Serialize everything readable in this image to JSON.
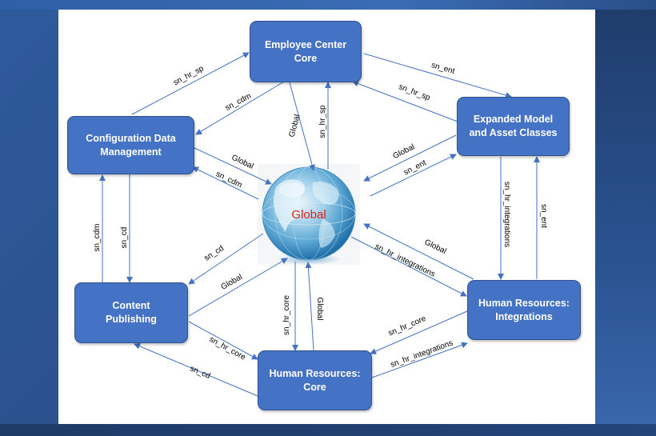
{
  "nodes": {
    "employee_center": {
      "label": "Employee Center\nCore"
    },
    "config_data": {
      "label": "Configuration Data\nManagement"
    },
    "expanded_model": {
      "label": "Expanded Model\nand Asset Classes"
    },
    "content_publishing": {
      "label": "Content\nPublishing"
    },
    "hr_integrations": {
      "label": "Human Resources:\nIntegrations"
    },
    "hr_core": {
      "label": "Human Resources:\nCore"
    }
  },
  "globe": {
    "label": "Global"
  },
  "edges": [
    {
      "from": "config_data",
      "to": "employee_center",
      "label": "sn_hr_sp"
    },
    {
      "from": "employee_center",
      "to": "config_data",
      "label": "sn_cdm"
    },
    {
      "from": "employee_center",
      "to": "expanded_model",
      "label": "sn_ent"
    },
    {
      "from": "expanded_model",
      "to": "employee_center",
      "label": "sn_hr_sp"
    },
    {
      "from": "employee_center",
      "to": "globe",
      "label": "Global"
    },
    {
      "from": "globe",
      "to": "employee_center",
      "label": "sn_hr_sp"
    },
    {
      "from": "config_data",
      "to": "globe",
      "label": "Global"
    },
    {
      "from": "globe",
      "to": "config_data",
      "label": "sn_cdm"
    },
    {
      "from": "expanded_model",
      "to": "globe",
      "label": "Global"
    },
    {
      "from": "globe",
      "to": "expanded_model",
      "label": "sn_ent"
    },
    {
      "from": "config_data",
      "to": "content_publishing",
      "label": "sn_cd"
    },
    {
      "from": "content_publishing",
      "to": "config_data",
      "label": "sn_cdm"
    },
    {
      "from": "expanded_model",
      "to": "hr_integrations",
      "label": "sn_hr_integrations"
    },
    {
      "from": "hr_integrations",
      "to": "expanded_model",
      "label": "sn_ent"
    },
    {
      "from": "globe",
      "to": "content_publishing",
      "label": "sn_cd"
    },
    {
      "from": "content_publishing",
      "to": "globe",
      "label": "Global"
    },
    {
      "from": "globe",
      "to": "hr_integrations",
      "label": "sn_hr_integrations"
    },
    {
      "from": "hr_integrations",
      "to": "globe",
      "label": "Global"
    },
    {
      "from": "globe",
      "to": "hr_core",
      "label": "sn_hr_core"
    },
    {
      "from": "hr_core",
      "to": "globe",
      "label": "Global"
    },
    {
      "from": "content_publishing",
      "to": "hr_core",
      "label": "sn_hr_core"
    },
    {
      "from": "hr_core",
      "to": "content_publishing",
      "label": "sn_cd"
    },
    {
      "from": "hr_integrations",
      "to": "hr_core",
      "label": "sn_hr_core"
    },
    {
      "from": "hr_core",
      "to": "hr_integrations",
      "label": "sn_hr_integrations"
    }
  ],
  "colors": {
    "node_fill": "#4472c4",
    "edge": "#4472c4",
    "globe_text": "#e0201b"
  }
}
